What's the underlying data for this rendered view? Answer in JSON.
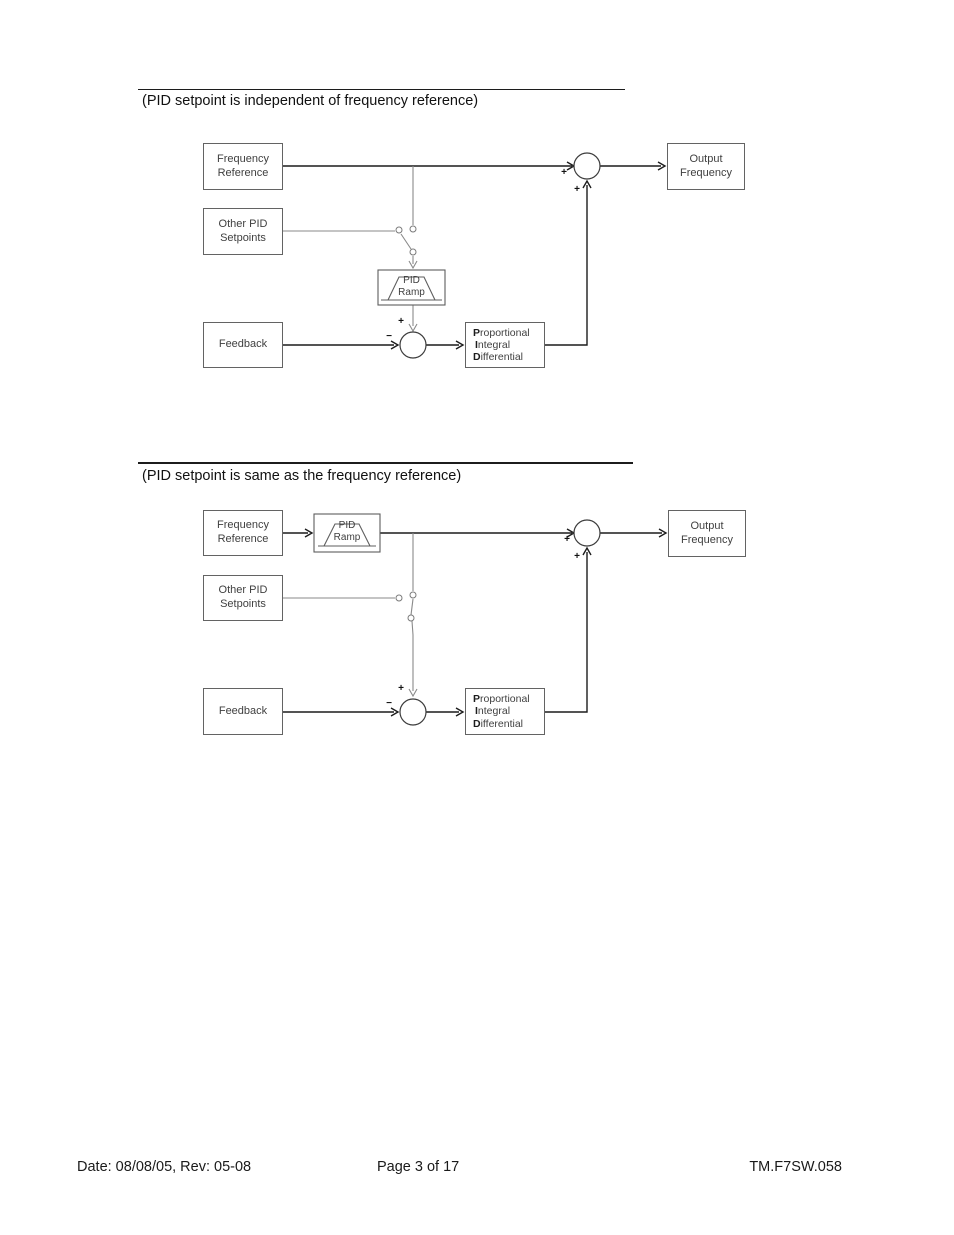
{
  "sections": {
    "first": {
      "caption": "(PID setpoint is independent of frequency reference)"
    },
    "second": {
      "caption": "(PID setpoint is same as the frequency reference)"
    }
  },
  "labels": {
    "frequency_reference": {
      "l1": "Frequency",
      "l2": "Reference"
    },
    "other_pid_setpoints": {
      "l1": "Other PID",
      "l2": "Setpoints"
    },
    "feedback": {
      "l1": "Feedback"
    },
    "pid_ramp": {
      "l1": "PID",
      "l2": "Ramp"
    },
    "pid_block": {
      "line1": {
        "bold": "P",
        "rest": "roportional"
      },
      "line2": {
        "bold": "I",
        "rest": "ntegral"
      },
      "line3": {
        "bold": "D",
        "rest": "ifferential"
      }
    },
    "output_frequency": {
      "l1": "Output",
      "l2": "Frequency"
    },
    "plus": "+",
    "minus": "−"
  },
  "footer": {
    "left": "Date: 08/08/05, Rev: 05-08",
    "center": "Page 3 of 17",
    "right": "TM.F7SW.058"
  },
  "colors": {
    "signal_line": "#1c1c1c",
    "switch_line": "#8a8a8a",
    "box_border": "#636363",
    "box_text": "#3f3f3f"
  }
}
